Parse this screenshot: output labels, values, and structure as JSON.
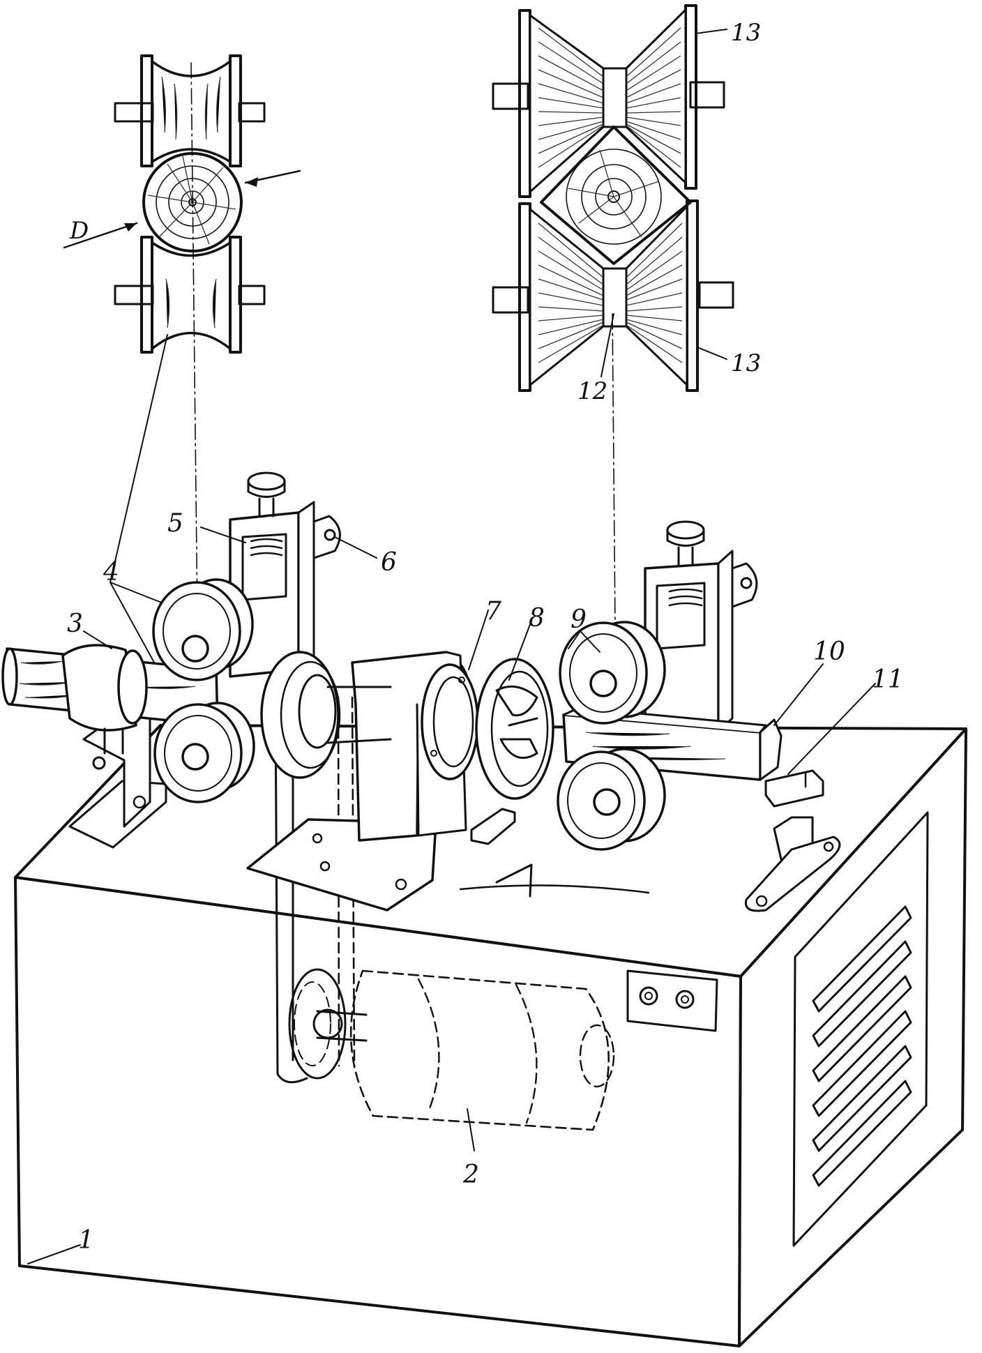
{
  "labels": {
    "l1": "1",
    "l2": "2",
    "l3": "3",
    "l4": "4",
    "l5": "5",
    "l6": "6",
    "l7": "7",
    "l8": "8",
    "l9": "9",
    "l10": "10",
    "l11": "11",
    "l12": "12",
    "l13a": "13",
    "l13b": "13",
    "lD": "D"
  }
}
